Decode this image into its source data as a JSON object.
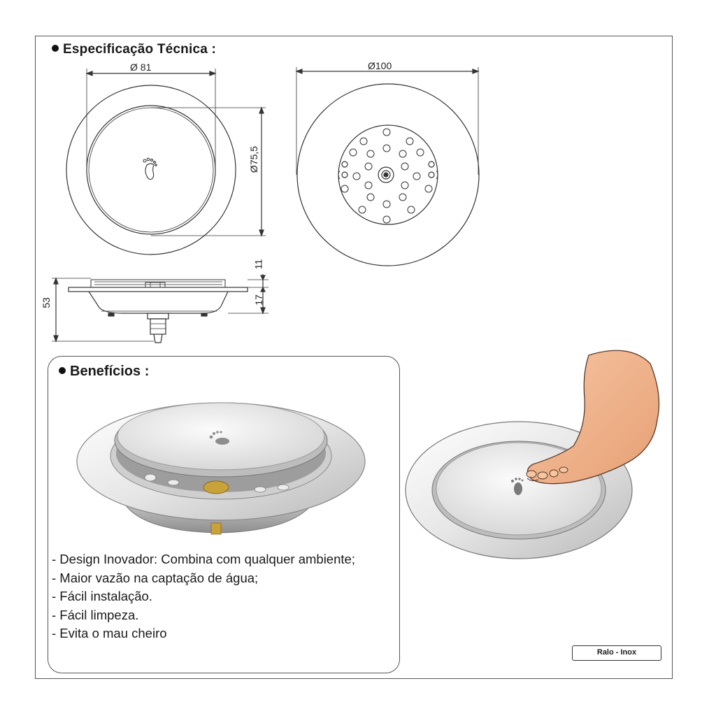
{
  "spec": {
    "title": "Especificação Técnica :",
    "dim_top_left": "Ø 81",
    "dim_top_right": "Ø100",
    "dim_side": "Ø75,5",
    "dim_height_total": "53",
    "dim_height_top": "11",
    "dim_height_body": "17"
  },
  "benefits": {
    "title": "Benefícios :",
    "items": [
      "- Design Inovador: Combina com qualquer ambiente;",
      "- Maior vazão na captação de água;",
      "- Fácil instalação.",
      "- Fácil limpeza.",
      "- Evita o mau cheiro"
    ]
  },
  "product_label": "Ralo - Inox",
  "colors": {
    "line": "#333333",
    "steel_light": "#f2f2f2",
    "steel_dark": "#9a9a9a",
    "skin": "#f2b48c",
    "brass": "#c9a23a"
  }
}
